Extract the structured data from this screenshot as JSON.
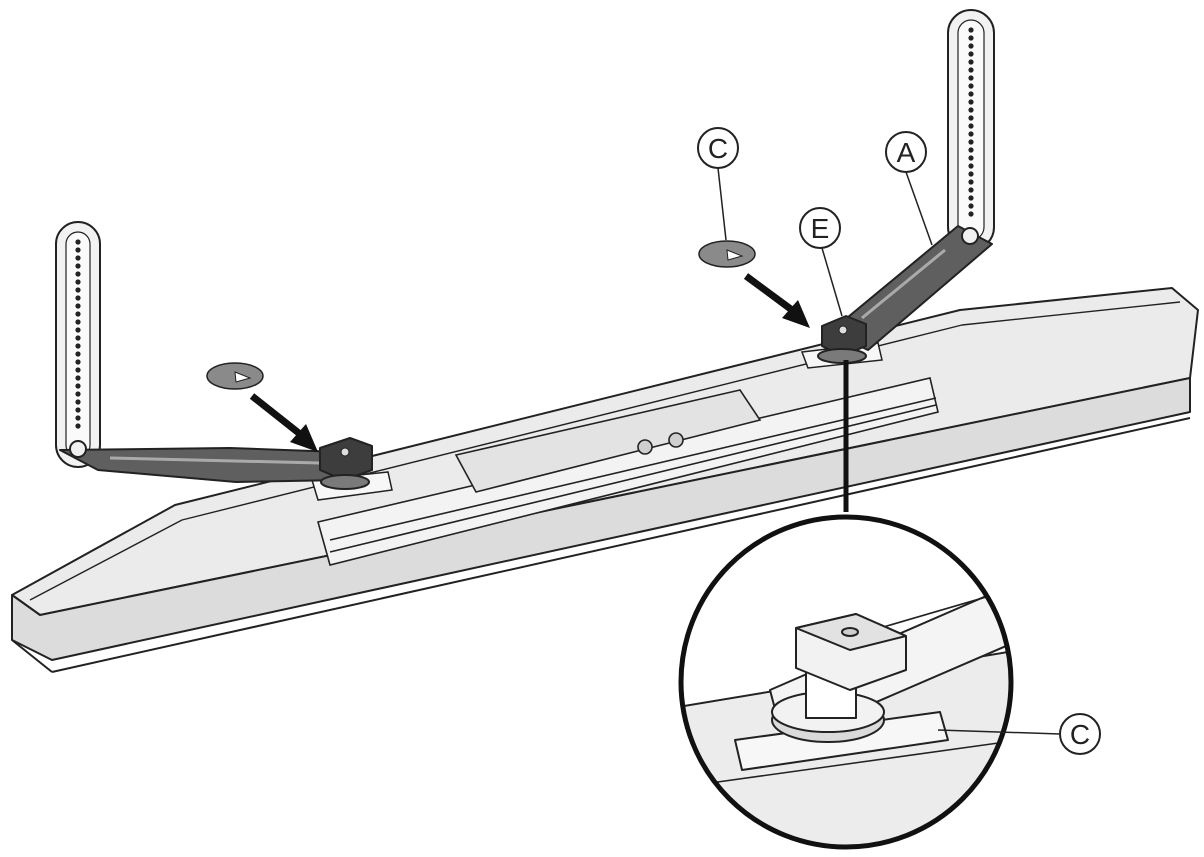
{
  "callouts": {
    "c_top": "C",
    "a": "A",
    "e": "E",
    "c_detail": "C"
  },
  "colors": {
    "soundbar_face": "#ececec",
    "soundbar_top": "#e6e6e6",
    "soundbar_edge": "#d2d2d2",
    "bracket": "#5b5b5b",
    "bracket_dark": "#3a3a3a",
    "spacer": "#8a8a8a",
    "line": "#222222"
  }
}
